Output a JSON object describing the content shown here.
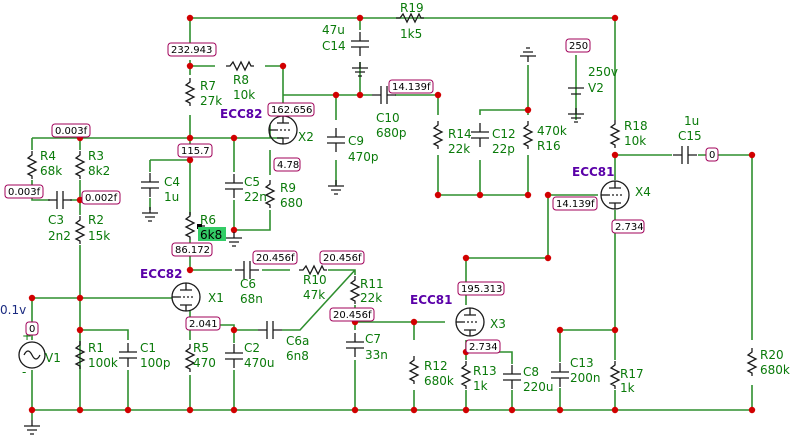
{
  "probes": {
    "p_232943": "232.943",
    "p_162656": "162.656",
    "p_14139a": "14.139f",
    "p_250": "250",
    "p_0003a": "0.003f",
    "p_1157": "115.7",
    "p_478": "4.78",
    "p_0003b": "0.003f",
    "p_0002": "0.002f",
    "p_0": "0",
    "p_14139b": "14.139f",
    "p_2734a": "2.734",
    "p_86172": "86.172",
    "p_20456a": "20.456f",
    "p_20456b": "20.456f",
    "p_20456c": "20.456f",
    "p_195313": "195.313",
    "p_2041": "2.041",
    "p_2734b": "2.734",
    "p_vin": "0"
  },
  "labels": {
    "R19": "R19",
    "R19v": "1k5",
    "C14v": "47u",
    "C14": "C14",
    "R7": "R7",
    "R7v": "27k",
    "R8": "R8",
    "R8v": "10k",
    "C10": "C10",
    "C10v": "680p",
    "C9": "C9",
    "C9v": "470p",
    "R14": "R14",
    "R14v": "22k",
    "C12": "C12",
    "C12v": "22p",
    "R16v": "470k",
    "R16": "R16",
    "V2v": "250v",
    "V2": "V2",
    "R18": "R18",
    "R18v": "10k",
    "C15v": "1u",
    "C15": "C15",
    "R4": "R4",
    "R4v": "68k",
    "R3": "R3",
    "R3v": "8k2",
    "C3": "C3",
    "C3v": "2n2",
    "R2": "R2",
    "R2v": "15k",
    "C4": "C4",
    "C4v": "1u",
    "C5": "C5",
    "C5v": "22n",
    "R9": "R9",
    "R9v": "680",
    "R6": "R6",
    "R6v": "6k8",
    "C6": "C6",
    "C6v": "68n",
    "R10": "R10",
    "R10v": "47k",
    "R11": "R11",
    "R11v": "22k",
    "C6a": "C6a",
    "C6av": "6n8",
    "C7": "C7",
    "C7v": "33n",
    "R1": "R1",
    "R1v": "100k",
    "C1": "C1",
    "C1v": "100p",
    "R5": "R5",
    "R5v": "470",
    "C2": "C2",
    "C2v": "470u",
    "R12": "R12",
    "R12v": "680k",
    "R13": "R13",
    "R13v": "1k",
    "C8": "C8",
    "C8v": "220u",
    "C13": "C13",
    "C13v": "200n",
    "R17": "R17",
    "R17v": "1k",
    "R20": "R20",
    "R20v": "680k",
    "V1": "V1",
    "vin": "0.1v",
    "plus": "+",
    "minus": "-"
  },
  "tubes": {
    "X1_type": "ECC82",
    "X1": "X1",
    "X2_type": "ECC82",
    "X2": "X2",
    "X3_type": "ECC81",
    "X3": "X3",
    "X4_type": "ECC81",
    "X4": "X4"
  }
}
